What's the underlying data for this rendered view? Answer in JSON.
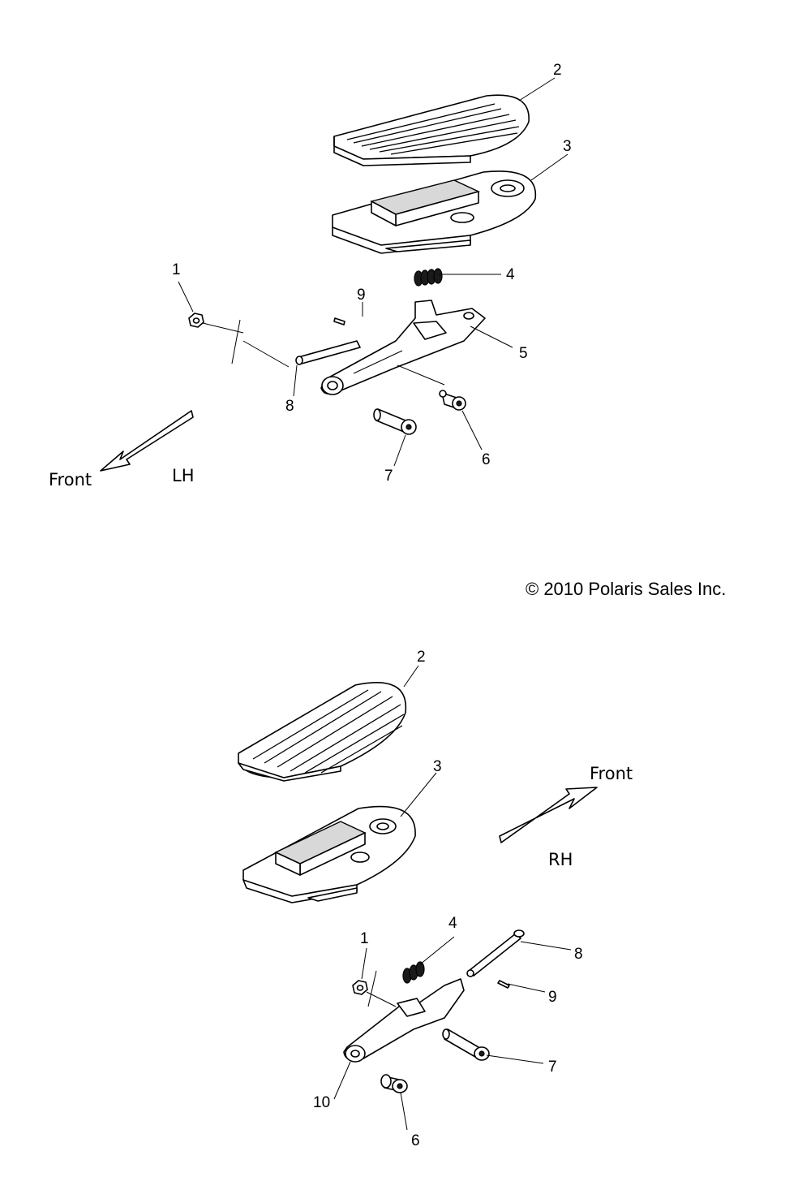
{
  "copyright": "© 2010 Polaris Sales Inc.",
  "lh_view": {
    "side_label": "LH",
    "front_label": "Front",
    "callouts": [
      "1",
      "2",
      "3",
      "4",
      "5",
      "6",
      "7",
      "8",
      "9"
    ]
  },
  "rh_view": {
    "side_label": "RH",
    "front_label": "Front",
    "callouts": [
      "1",
      "2",
      "3",
      "4",
      "6",
      "7",
      "8",
      "9",
      "10"
    ]
  }
}
